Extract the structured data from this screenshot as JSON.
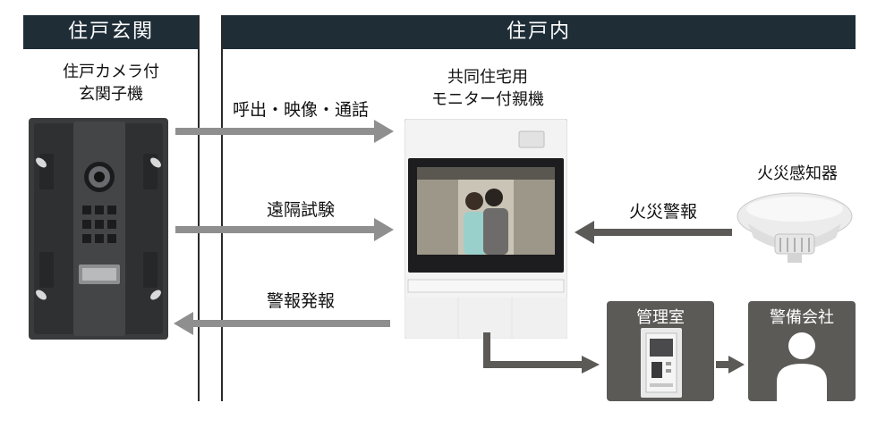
{
  "headers": {
    "entrance": "住戸玄関",
    "interior": "住戸内"
  },
  "devices": {
    "door_station": {
      "line1": "住戸カメラ付",
      "line2": "玄関子機"
    },
    "monitor": {
      "line1": "共同住宅用",
      "line2": "モニター付親機"
    },
    "fire_detector": {
      "label": "火災感知器"
    },
    "management_room": {
      "label": "管理室"
    },
    "security_company": {
      "label": "警備会社"
    }
  },
  "arrows": {
    "call": "呼出・映像・通話",
    "remote_test": "遠隔試験",
    "alarm_out": "警報発報",
    "fire_alarm": "火災警報"
  },
  "colors": {
    "header_bg": "#1f2d37",
    "arrow": "#8f8f8f",
    "box_bg": "#5b5a57"
  }
}
